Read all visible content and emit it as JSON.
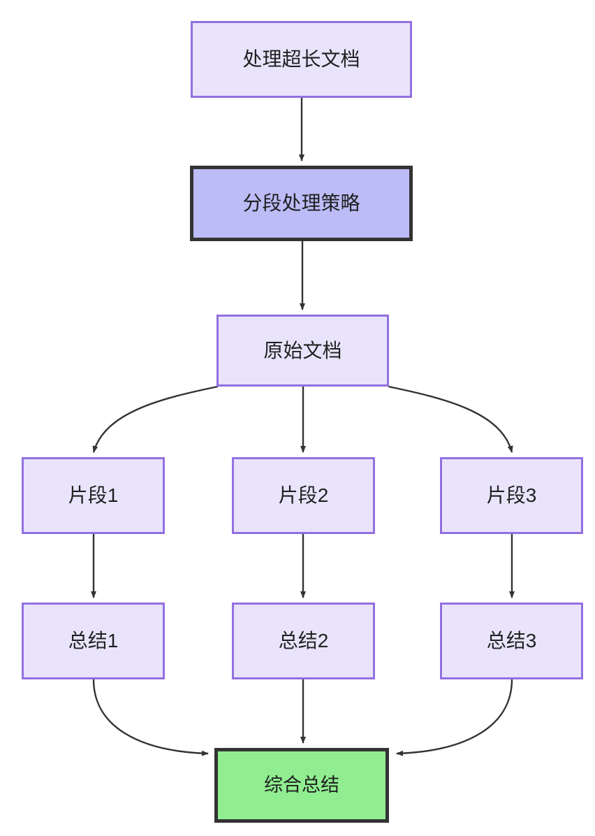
{
  "diagram": {
    "type": "flowchart",
    "direction": "top-to-bottom",
    "background_color": "#ffffff",
    "edge_color": "#333333",
    "palette": {
      "light_fill": "#e9e4fb",
      "light_border": "#9370e0",
      "strong_fill": "#bcbcf7",
      "strong_border": "#333333",
      "green_fill": "#90ee90",
      "green_border": "#333333",
      "text_color": "#1f2020"
    },
    "nodes": [
      {
        "id": "long-doc",
        "label": "处理超长文档",
        "style": "light"
      },
      {
        "id": "chunk-strategy",
        "label": "分段处理策略",
        "style": "strong"
      },
      {
        "id": "source-doc",
        "label": "原始文档",
        "style": "light"
      },
      {
        "id": "fragment-1",
        "label": "片段1",
        "style": "light"
      },
      {
        "id": "fragment-2",
        "label": "片段2",
        "style": "light"
      },
      {
        "id": "fragment-3",
        "label": "片段3",
        "style": "light"
      },
      {
        "id": "summary-1",
        "label": "总结1",
        "style": "light"
      },
      {
        "id": "summary-2",
        "label": "总结2",
        "style": "light"
      },
      {
        "id": "summary-3",
        "label": "总结3",
        "style": "light"
      },
      {
        "id": "final-summary",
        "label": "综合总结",
        "style": "green"
      }
    ],
    "edges": [
      {
        "from": "long-doc",
        "to": "chunk-strategy",
        "shape": "straight"
      },
      {
        "from": "chunk-strategy",
        "to": "source-doc",
        "shape": "straight"
      },
      {
        "from": "source-doc",
        "to": "fragment-1",
        "shape": "curved"
      },
      {
        "from": "source-doc",
        "to": "fragment-2",
        "shape": "straight"
      },
      {
        "from": "source-doc",
        "to": "fragment-3",
        "shape": "curved"
      },
      {
        "from": "fragment-1",
        "to": "summary-1",
        "shape": "straight"
      },
      {
        "from": "fragment-2",
        "to": "summary-2",
        "shape": "straight"
      },
      {
        "from": "fragment-3",
        "to": "summary-3",
        "shape": "straight"
      },
      {
        "from": "summary-1",
        "to": "final-summary",
        "shape": "curved"
      },
      {
        "from": "summary-2",
        "to": "final-summary",
        "shape": "straight"
      },
      {
        "from": "summary-3",
        "to": "final-summary",
        "shape": "curved"
      }
    ]
  }
}
